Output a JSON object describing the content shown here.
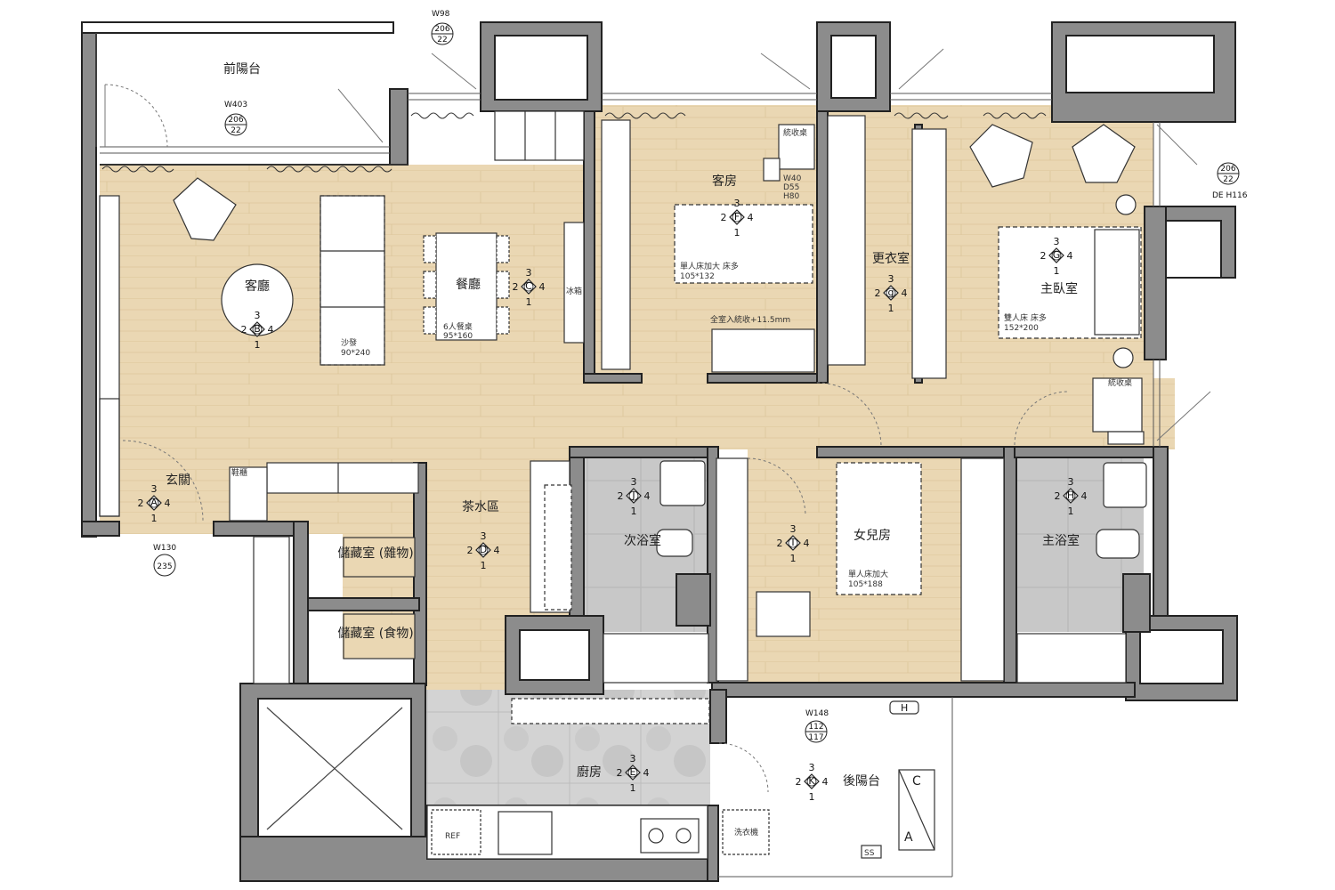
{
  "rooms": {
    "front_balcony": "前陽台",
    "living": "客廳",
    "dining": "餐廳",
    "guest_room": "客房",
    "walk_in": "更衣室",
    "master_bedroom": "主臥室",
    "entry": "玄關",
    "tea_area": "茶水區",
    "storage_misc": "儲藏室 (雜物)",
    "storage_food": "儲藏室 (食物)",
    "second_bath": "次浴室",
    "daughter_room": "女兒房",
    "master_bath": "主浴室",
    "kitchen": "廚房",
    "rear_balcony": "後陽台"
  },
  "notes": {
    "sofa": "沙發",
    "sofa_size": "90*240",
    "dining_table": "6人餐桌",
    "dining_size": "95*160",
    "guest_bed": "單人床加大 床多",
    "guest_bed_size": "105*132",
    "desk_label": "統收桌",
    "desk_size_w": "W40",
    "desk_size_d": "D55",
    "desk_size_h": "H80",
    "wardrobe_note": "全室入統收+11.5mm",
    "master_bed": "雙人床 床多",
    "master_bed_size": "152*200",
    "master_desk": "統收桌",
    "daughter_bed": "單人床加大",
    "daughter_bed_size": "105*188",
    "shoe_cab": "鞋櫃",
    "ref": "REF",
    "washer": "洗衣機",
    "ac_h": "H",
    "ac_a": "A",
    "ac_c": "C",
    "misc_num": "SS",
    "tea_note": "冰箱"
  },
  "tags": {
    "w98": "W98",
    "w98_a": "206",
    "w98_b": "22",
    "w403": "W403",
    "w403_a": "206",
    "w403_b": "22",
    "w130": "W130",
    "w130_a": "235",
    "w148": "W148",
    "w148_a": "112",
    "w148_b": "117",
    "right_a": "206",
    "right_b": "22",
    "right_h": "DE H116"
  },
  "markers": [
    {
      "id": "B",
      "top": "3",
      "left": "2",
      "right": "4",
      "bottom": "1"
    },
    {
      "id": "C",
      "top": "3",
      "left": "2",
      "right": "4",
      "bottom": "1"
    },
    {
      "id": "F",
      "top": "3",
      "left": "2",
      "right": "4",
      "bottom": "1"
    },
    {
      "id": "g",
      "top": "3",
      "left": "2",
      "right": "4",
      "bottom": "1"
    },
    {
      "id": "G",
      "top": "3",
      "left": "2",
      "right": "4",
      "bottom": "1"
    },
    {
      "id": "A",
      "top": "3",
      "left": "2",
      "right": "4",
      "bottom": "1"
    },
    {
      "id": "D",
      "top": "3",
      "left": "2",
      "right": "4",
      "bottom": "1"
    },
    {
      "id": "J",
      "top": "3",
      "left": "2",
      "right": "4",
      "bottom": "1"
    },
    {
      "id": "I",
      "top": "3",
      "left": "2",
      "right": "4",
      "bottom": "1"
    },
    {
      "id": "H",
      "top": "3",
      "left": "2",
      "right": "4",
      "bottom": "1"
    },
    {
      "id": "E",
      "top": "3",
      "left": "2",
      "right": "4",
      "bottom": "1"
    },
    {
      "id": "K",
      "top": "3",
      "left": "2",
      "right": "4",
      "bottom": "1"
    }
  ],
  "colors": {
    "wall": "#8c8c8c",
    "wood": "#ead7b3",
    "tile": "#c5c5c5",
    "kitchen_tile": "#cfcfcf",
    "line": "#222222"
  }
}
